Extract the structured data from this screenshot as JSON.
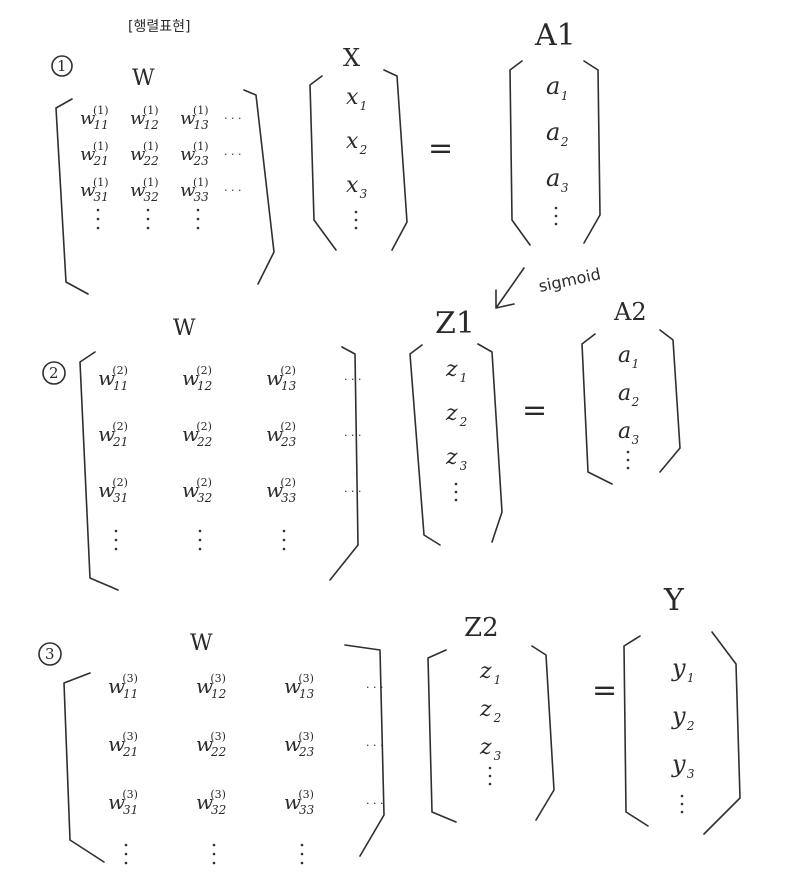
{
  "header": "[행렬표현]",
  "steps": [
    {
      "number": "1",
      "w_label": "W",
      "w_sup": "(1)",
      "w_sup_alt": [
        "(1)",
        "(1)",
        "(1)",
        "(1)",
        "(1)",
        "(1)",
        "(1)",
        "(1)",
        "(1)"
      ],
      "input_label": "X",
      "input_entries": [
        {
          "base": "x",
          "sub": "1"
        },
        {
          "base": "x",
          "sub": "2"
        },
        {
          "base": "x",
          "sub": "3"
        }
      ],
      "output_label": "A1",
      "output_entries": [
        {
          "base": "a",
          "sub": "1"
        },
        {
          "base": "a",
          "sub": "2"
        },
        {
          "base": "a",
          "sub": "3"
        }
      ]
    },
    {
      "number": "2",
      "w_label": "W",
      "w_sup": "(2)",
      "input_label": "Z1",
      "input_entries": [
        {
          "base": "z",
          "sub": "1"
        },
        {
          "base": "z",
          "sub": "2"
        },
        {
          "base": "z",
          "sub": "3"
        }
      ],
      "output_label": "A2",
      "output_entries": [
        {
          "base": "a",
          "sub": "1"
        },
        {
          "base": "a",
          "sub": "2"
        },
        {
          "base": "a",
          "sub": "3"
        }
      ]
    },
    {
      "number": "3",
      "w_label": "W",
      "w_sup": "(3)",
      "input_label": "Z2",
      "input_entries": [
        {
          "base": "z",
          "sub": "1"
        },
        {
          "base": "z",
          "sub": "2"
        },
        {
          "base": "z",
          "sub": "3"
        }
      ],
      "output_label": "Y",
      "output_entries": [
        {
          "base": "y",
          "sub": "1"
        },
        {
          "base": "y",
          "sub": "2"
        },
        {
          "base": "y",
          "sub": "3"
        }
      ]
    }
  ],
  "w_subscripts": [
    "11",
    "12",
    "13",
    "21",
    "22",
    "23",
    "31",
    "32",
    "33"
  ],
  "equals": "=",
  "ellipsis": "· · ·",
  "sigmoid_label": "sigmoid"
}
